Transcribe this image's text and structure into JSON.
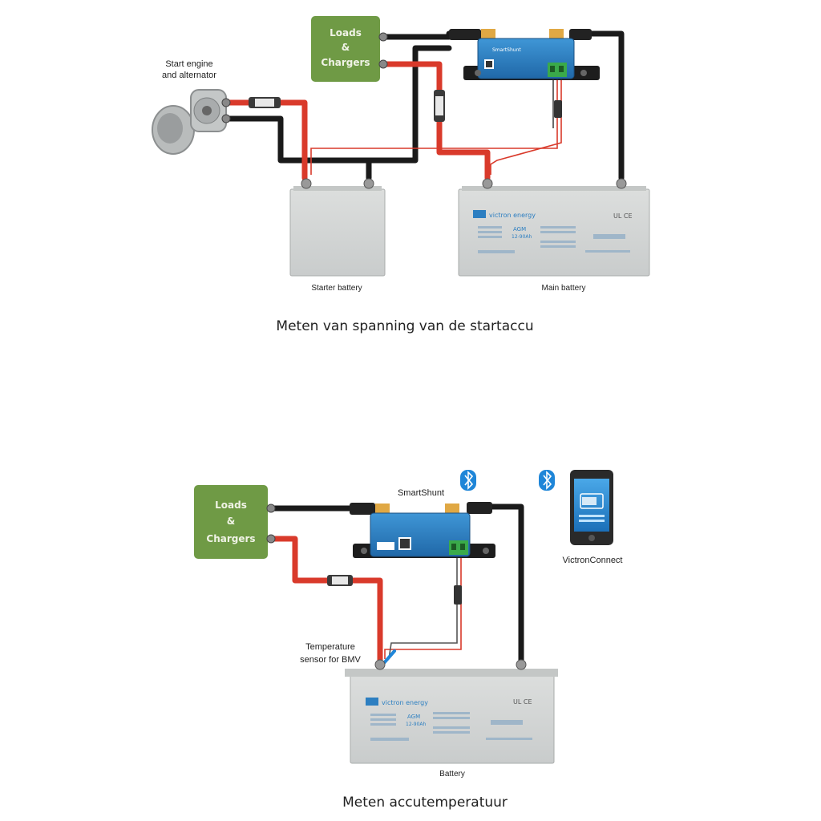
{
  "diagram1": {
    "loads_box": {
      "line1": "Loads",
      "line2": "&",
      "line3": "Chargers"
    },
    "engine_label": {
      "line1": "Start engine",
      "line2": "and alternator"
    },
    "starter_battery_label": "Starter battery",
    "main_battery_label": "Main battery",
    "battery_brand": "victron energy",
    "battery_type": "AGM",
    "battery_voltage": "12-90Ah",
    "shunt_name": "SmartShunt",
    "caption": "Meten van spanning van de startaccu"
  },
  "diagram2": {
    "loads_box": {
      "line1": "Loads",
      "line2": "&",
      "line3": "Chargers"
    },
    "shunt_label": "SmartShunt",
    "app_label": "VictronConnect",
    "sensor_label": {
      "line1": "Temperature",
      "line2": "sensor for BMV"
    },
    "battery_label": "Battery",
    "battery_brand": "victron energy",
    "battery_type": "AGM",
    "battery_voltage": "12-90Ah",
    "caption": "Meten accutemperatuur"
  },
  "colors": {
    "loads_green": "#6f9a45",
    "shunt_blue": "#2d7fc1",
    "cable_red": "#d93a2b",
    "cable_black": "#1a1a1a",
    "battery_grey": "#d6d8d8",
    "bluetooth_blue": "#1f86d8"
  },
  "icons": [
    "bluetooth-icon",
    "phone-icon",
    "alternator-icon"
  ]
}
